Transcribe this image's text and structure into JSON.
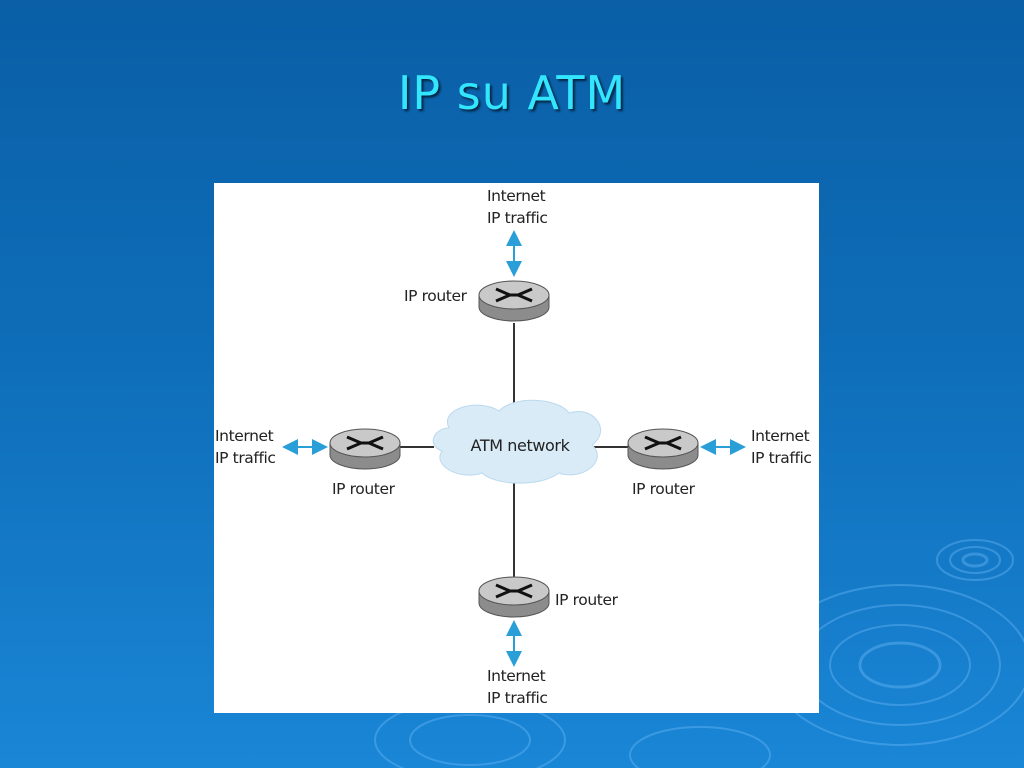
{
  "slide": {
    "title": "IP su ATM"
  },
  "diagram": {
    "network_label": "ATM network",
    "router_label": "IP router",
    "traffic_line1": "Internet",
    "traffic_line2": "IP traffic"
  },
  "colors": {
    "background": "#0e6db8",
    "title": "#33e6ff",
    "arrow": "#2a9ed6",
    "cloud": "#d8ebf7"
  },
  "icons": [
    "router-icon",
    "atm-cloud",
    "bidirectional-arrow-icon"
  ]
}
